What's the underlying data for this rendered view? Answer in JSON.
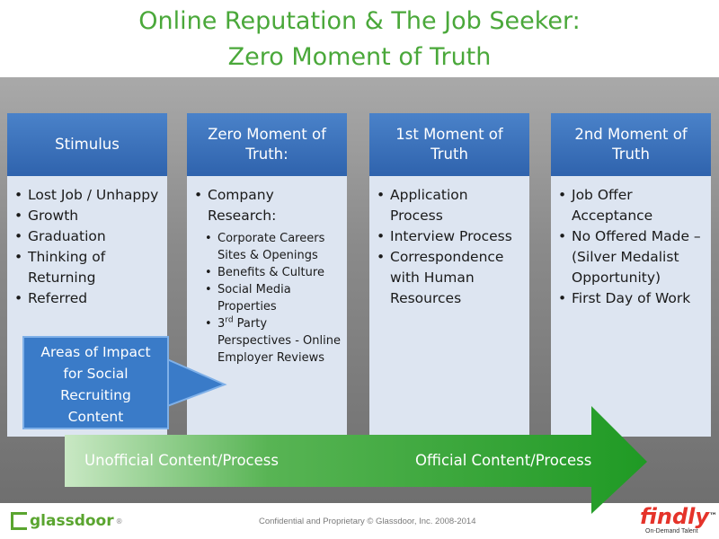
{
  "title": {
    "line1": "Online Reputation & The Job Seeker:",
    "line2": "Zero Moment of Truth"
  },
  "columns": [
    {
      "header": "Stimulus",
      "items": [
        "Lost Job / Unhappy",
        "Growth",
        "Graduation",
        "Thinking of Returning",
        "Referred"
      ]
    },
    {
      "header": "Zero Moment of Truth:",
      "items": [
        "Company Research:"
      ],
      "subitems": [
        "Corporate Careers Sites & Openings",
        "Benefits & Culture",
        "Social Media Properties"
      ],
      "last_sub": {
        "num": "3",
        "sup": "rd",
        "rest": " Party Perspectives - Online Employer Reviews"
      }
    },
    {
      "header": "1st Moment of Truth",
      "items": [
        "Application Process",
        "Interview Process",
        "Correspondence with Human Resources"
      ]
    },
    {
      "header": "2nd Moment of Truth",
      "items": [
        "Job Offer Acceptance",
        "No Offered Made – (Silver Medalist Opportunity)",
        "First Day of Work"
      ]
    }
  ],
  "callout": {
    "line1": "Areas of Impact",
    "line2": "for Social",
    "line3": "Recruiting",
    "line4": "Content"
  },
  "arrow": {
    "left_label": "Unofficial Content/Process",
    "right_label": "Official Content/Process"
  },
  "footer": {
    "text": "Confidential and Proprietary © Glassdoor, Inc. 2008-2014",
    "logo_left": "glassdoor",
    "logo_left_mark": "®",
    "logo_right": "findly",
    "logo_right_mark": "™",
    "logo_right_tag": "On-Demand Talent"
  },
  "colors": {
    "title": "#4aa83a",
    "header_blue": "#2f63ad",
    "body_bg": "#dde5f1",
    "callout_blue": "#3a7bc8",
    "arrow_green": "#2e9a2e",
    "findly_red": "#e5332a"
  }
}
